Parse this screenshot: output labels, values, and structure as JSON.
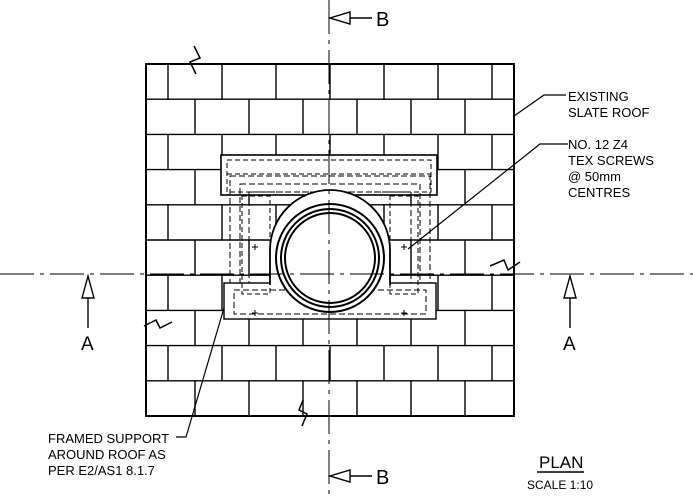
{
  "drawing": {
    "title": "PLAN",
    "scale": "SCALE 1:10",
    "section_marks": {
      "top": "B",
      "bottom": "B",
      "left": "A",
      "right": "A"
    },
    "callouts": {
      "roof": [
        "EXISTING",
        "SLATE ROOF"
      ],
      "screws": [
        "NO. 12 Z4",
        "TEX SCREWS",
        "@ 50mm",
        "CENTRES"
      ],
      "support": [
        "FRAMED SUPPORT",
        "AROUND ROOF AS",
        "PER E2/AS1 8.1.7"
      ]
    }
  },
  "colors": {
    "ink": "#000000",
    "paper": "#ffffff"
  }
}
